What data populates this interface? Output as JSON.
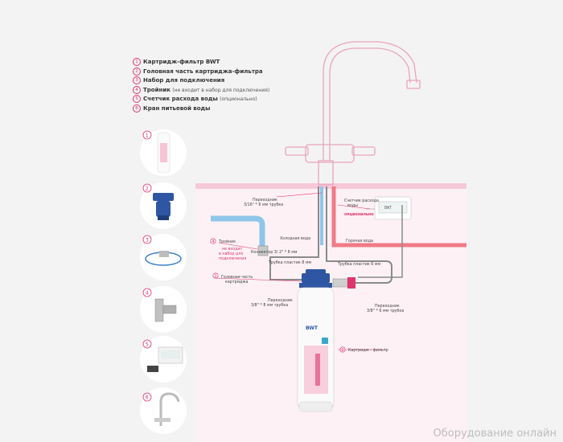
{
  "legend": [
    {
      "num": "1",
      "text": "Картридж-фильтр BWT",
      "note": ""
    },
    {
      "num": "2",
      "text": "Головная часть картриджа-фильтра",
      "note": ""
    },
    {
      "num": "3",
      "text": "Набор для подключения",
      "note": ""
    },
    {
      "num": "4",
      "text": "Тройник",
      "note": "(не входит в набор для подключения)"
    },
    {
      "num": "5",
      "text": "Счетчик расхода воды",
      "note": "(опционально)"
    },
    {
      "num": "6",
      "text": "Кран питьевой воды",
      "note": ""
    }
  ],
  "thumbs": [
    "1",
    "2",
    "3",
    "4",
    "5",
    "6"
  ],
  "labels": {
    "adapter_top": "Переходник",
    "adapter_top_2": "3/16\" * 6 мм трубка",
    "meter_1": "Счетчик расхода",
    "meter_2": "воды",
    "meter_3": "опционально",
    "tee": "Тройник",
    "tee_note_1": "не входит",
    "tee_note_2": "в набор для",
    "tee_note_3": "подключения",
    "cold_water": "Холодная вода",
    "hot_water": "Горячая вода",
    "connector": "Коннектор 3/  2\" * 8 мм",
    "pipe_8": "Трубка пластик 8 мм",
    "pipe_6": "Трубка пластик 6 мм",
    "head_1": "Головная часть",
    "head_2": "картриджа",
    "adapter_left_1": "Переходник",
    "adapter_left_2": "3/8\" * 8 мм трубка",
    "adapter_right_1": "Переходник",
    "adapter_right_2": "3/8\" * 6 мм трубка",
    "cartridge": "Картридж - фильтр",
    "meter_display": "BWT",
    "brand": "BWT"
  },
  "watermark": "Оборудование онлайн",
  "colors": {
    "accent": "#e0356c",
    "pink_bg": "#f6c9d8",
    "blue": "#2e56a3",
    "cold": "#8fc6ea",
    "hot": "#f07a86"
  }
}
